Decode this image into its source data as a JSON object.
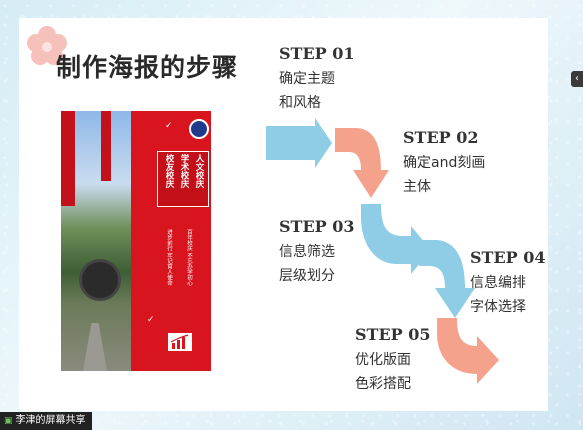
{
  "slide": {
    "title": "制作海报的步骤"
  },
  "poster": {
    "columns": [
      "人文校庆",
      "学术校庆",
      "校友校庆"
    ],
    "motto_right": "百年校庆 不忘办学初心",
    "motto_left": "进步前行 牢记育人使命"
  },
  "steps": [
    {
      "label": "STEP 01",
      "line1": "确定主题",
      "line2": "和风格"
    },
    {
      "label": "STEP 02",
      "line1": "确定and刻画",
      "line2": "主体"
    },
    {
      "label": "STEP 03",
      "line1": "信息筛选",
      "line2": "层级划分"
    },
    {
      "label": "STEP 04",
      "line1": "信息编排",
      "line2": "字体选择"
    },
    {
      "label": "STEP 05",
      "line1": "优化版面",
      "line2": "色彩搭配"
    }
  ],
  "colors": {
    "arrow_blue": "#8fcde6",
    "arrow_salmon": "#f5a28d",
    "poster_red": "#d8141e"
  },
  "share_bar": {
    "label": "李津的屏幕共享"
  },
  "icons": {
    "side": "chevron-left-icon",
    "share": "screen-share-icon",
    "flower": "flower-icon"
  }
}
